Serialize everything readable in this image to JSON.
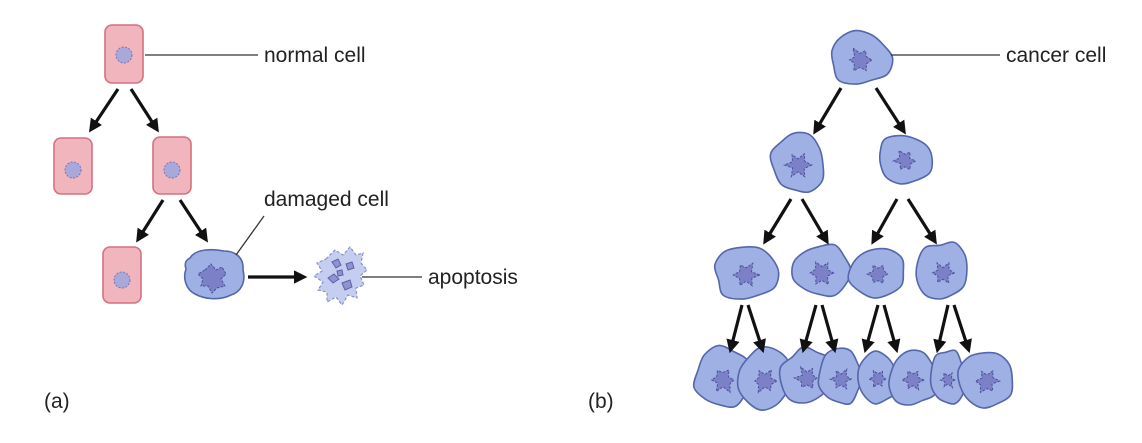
{
  "panel_a": {
    "panel_label": "(a)",
    "label_normal_cell": "normal cell",
    "label_damaged_cell": "damaged cell",
    "label_apoptosis": "apoptosis"
  },
  "panel_b": {
    "panel_label": "(b)",
    "label_cancer_cell": "cancer cell"
  },
  "colors": {
    "normal_cell_fill": "#f1b5bd",
    "cancer_cell_fill": "#9fb0e4",
    "nucleus_fill": "#7c80c7"
  }
}
